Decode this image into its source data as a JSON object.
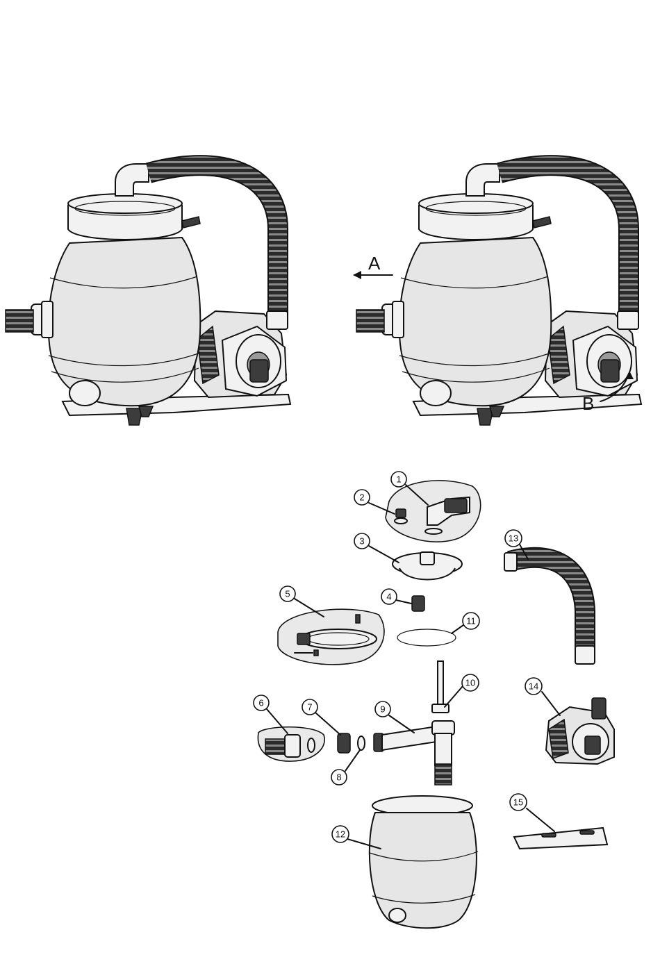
{
  "figure": {
    "labels": {
      "arrow_a": "A",
      "arrow_b": "B"
    },
    "parts": [
      {
        "number": "1"
      },
      {
        "number": "2"
      },
      {
        "number": "3"
      },
      {
        "number": "4"
      },
      {
        "number": "5"
      },
      {
        "number": "6"
      },
      {
        "number": "7"
      },
      {
        "number": "8"
      },
      {
        "number": "9"
      },
      {
        "number": "10"
      },
      {
        "number": "11"
      },
      {
        "number": "12"
      },
      {
        "number": "13"
      },
      {
        "number": "14"
      },
      {
        "number": "15"
      }
    ]
  }
}
